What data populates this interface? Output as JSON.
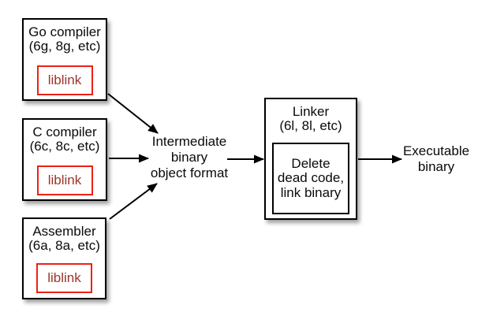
{
  "colors": {
    "background": "#ffffff",
    "box_border": "#000000",
    "liblink_border": "#ee2015",
    "liblink_text": "#9e332b",
    "arrow": "#000000"
  },
  "diagram": {
    "nodes": {
      "go_compiler": {
        "title": "Go compiler",
        "subtitle": "(6g, 8g, etc)",
        "inner": "liblink"
      },
      "c_compiler": {
        "title": "C compiler",
        "subtitle": "(6c, 8c, etc)",
        "inner": "liblink"
      },
      "assembler": {
        "title": "Assembler",
        "subtitle": "(6a, 8a, etc)",
        "inner": "liblink"
      },
      "intermediate": {
        "lines": [
          "Intermediate",
          "binary",
          "object format"
        ]
      },
      "linker": {
        "title": "Linker",
        "subtitle": "(6l, 8l, etc)",
        "inner_lines": [
          "Delete",
          "dead code,",
          "link binary"
        ]
      },
      "executable": {
        "lines": [
          "Executable",
          "binary"
        ]
      }
    },
    "edges": [
      {
        "from": "go_compiler",
        "to": "intermediate"
      },
      {
        "from": "c_compiler",
        "to": "intermediate"
      },
      {
        "from": "assembler",
        "to": "intermediate"
      },
      {
        "from": "intermediate",
        "to": "linker"
      },
      {
        "from": "linker",
        "to": "executable"
      }
    ]
  }
}
